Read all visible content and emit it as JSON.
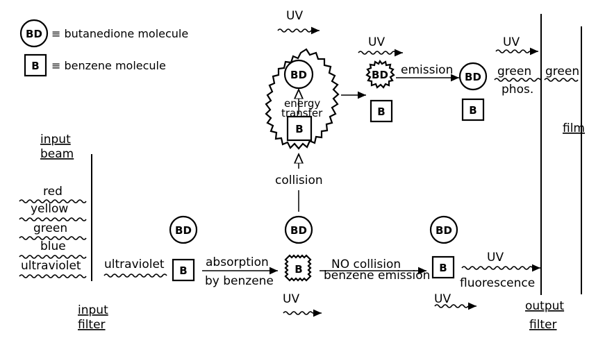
{
  "legend": {
    "bd_label": "BD",
    "bd_text": "≡ butanedione molecule",
    "b_label": "B",
    "b_text": "≡ benzene molecule"
  },
  "molecule_labels": {
    "butanedione": "BD",
    "benzene": "B"
  },
  "input": {
    "beam_line1": "input",
    "beam_line2": "beam",
    "waves": [
      "red",
      "yellow",
      "green",
      "blue",
      "ultraviolet"
    ],
    "filter_line1": "input",
    "filter_line2": "filter"
  },
  "process": {
    "ultraviolet": "ultraviolet",
    "absorption": "absorption",
    "by_benzene": "by benzene",
    "no_collision": "NO collision",
    "benzene_emission": "benzene emission",
    "uv_fluorescence": "UV",
    "fluorescence": "fluorescence",
    "uv_bottom1": "UV",
    "uv_bottom2": "UV",
    "collision": "collision",
    "energy": "energy",
    "transfer": "transfer",
    "uv_top1": "UV",
    "uv_top2": "UV",
    "uv_top3": "UV",
    "emission": "emission",
    "green_phos1": "green",
    "green_phos2": "phos.",
    "green_out": "green"
  },
  "output": {
    "film": "film",
    "filter_line1": "output",
    "filter_line2": "filter"
  }
}
